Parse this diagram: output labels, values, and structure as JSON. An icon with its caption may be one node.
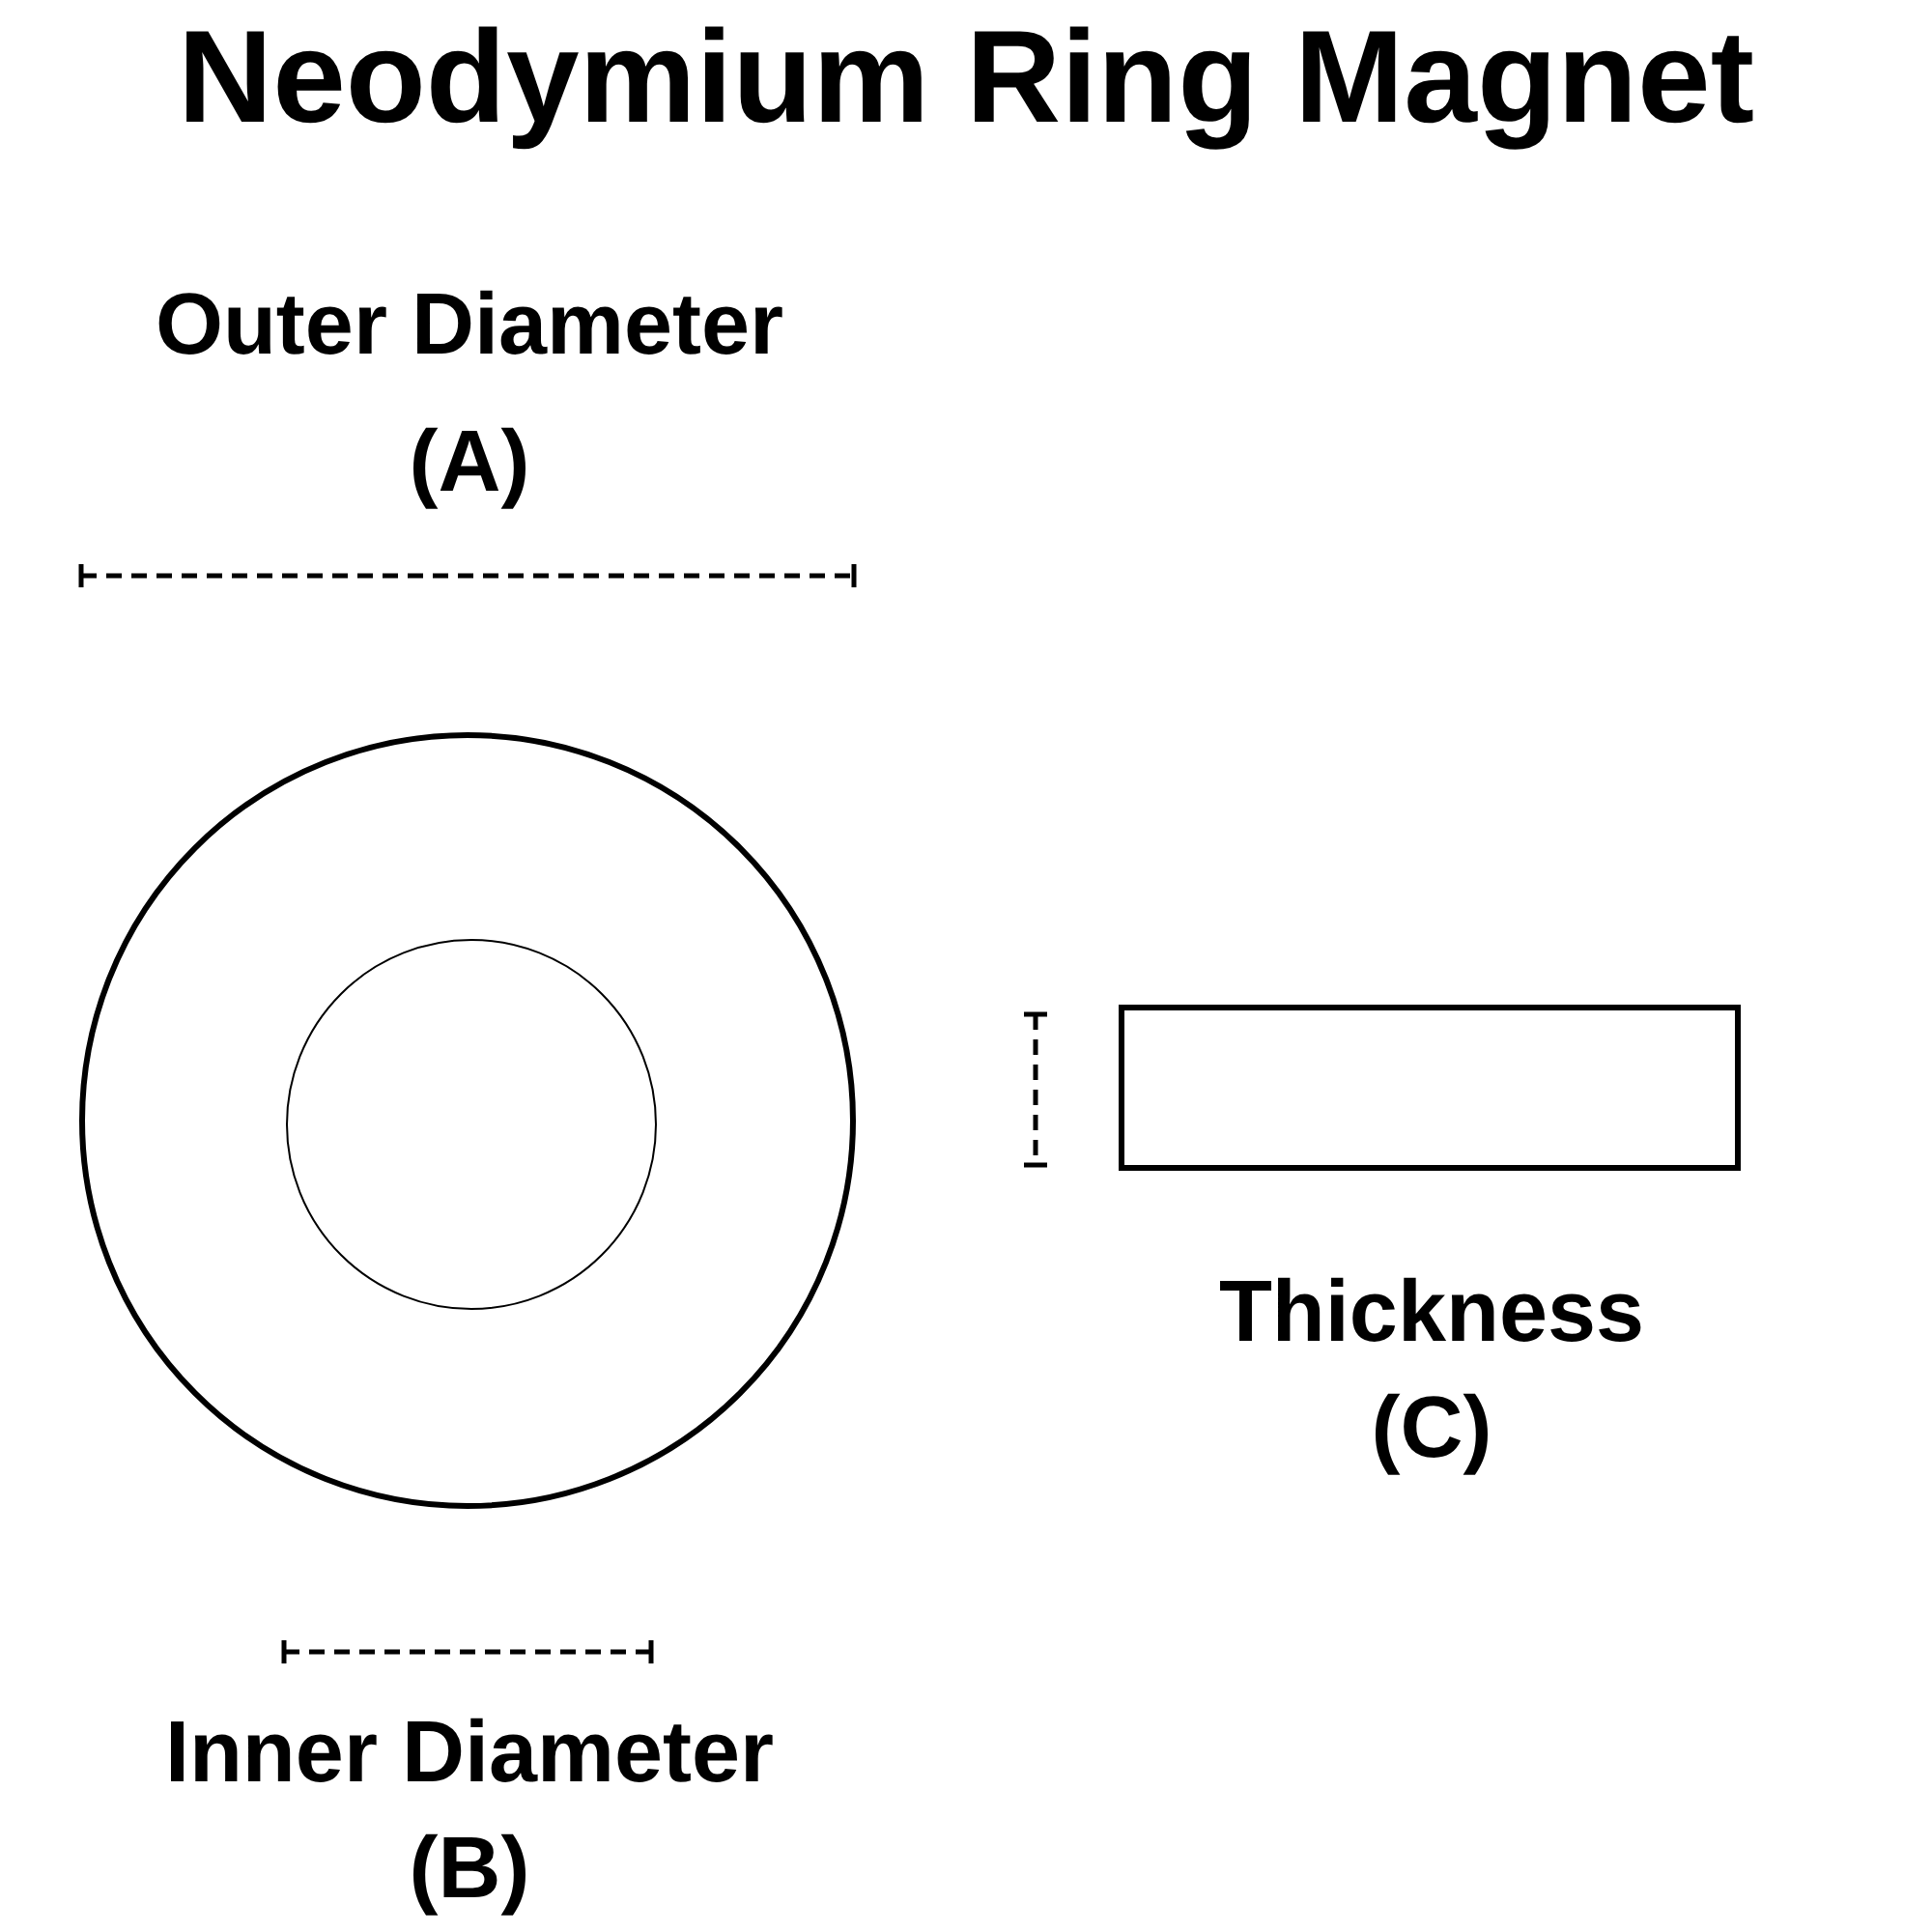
{
  "diagram": {
    "title": "Neodymium Ring Magnet",
    "nodes": [
      {
        "text": [],
        "shape": "circle"
      },
      {
        "text": [],
        "shape": "circle",
        "in": 0
      },
      {
        "text": [],
        "shape": "box"
      }
    ],
    "labels": [
      "Outer Diameter",
      "(A)",
      "Thickness",
      "(C)",
      "Inner Diameter",
      "(B)"
    ]
  }
}
